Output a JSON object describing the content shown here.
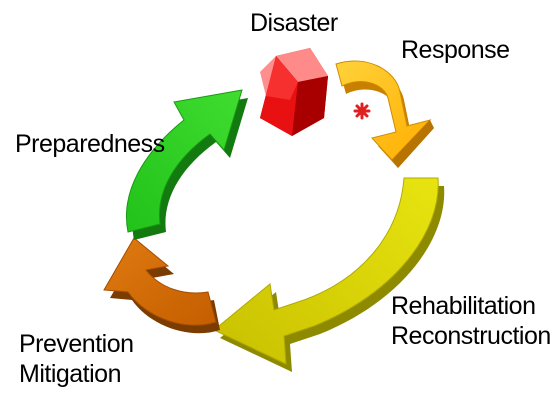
{
  "diagram": {
    "stages": [
      {
        "id": "disaster",
        "lines": [
          "Disaster"
        ],
        "color": "#ff1a1a"
      },
      {
        "id": "response",
        "lines": [
          "Response"
        ],
        "color": "#ffb400"
      },
      {
        "id": "rehabilitation",
        "lines": [
          "Rehabilitation",
          "Reconstruction"
        ],
        "color": "#d8d400"
      },
      {
        "id": "prevention",
        "lines": [
          "Prevention",
          "Mitigation"
        ],
        "color": "#d46a00"
      },
      {
        "id": "preparedness",
        "lines": [
          "Preparedness"
        ],
        "color": "#22c21a"
      }
    ],
    "flow": "clockwise cycle",
    "icons": {
      "disaster_shape": "red-gem-icon",
      "impact_marker": "red-asterisk-icon"
    }
  }
}
